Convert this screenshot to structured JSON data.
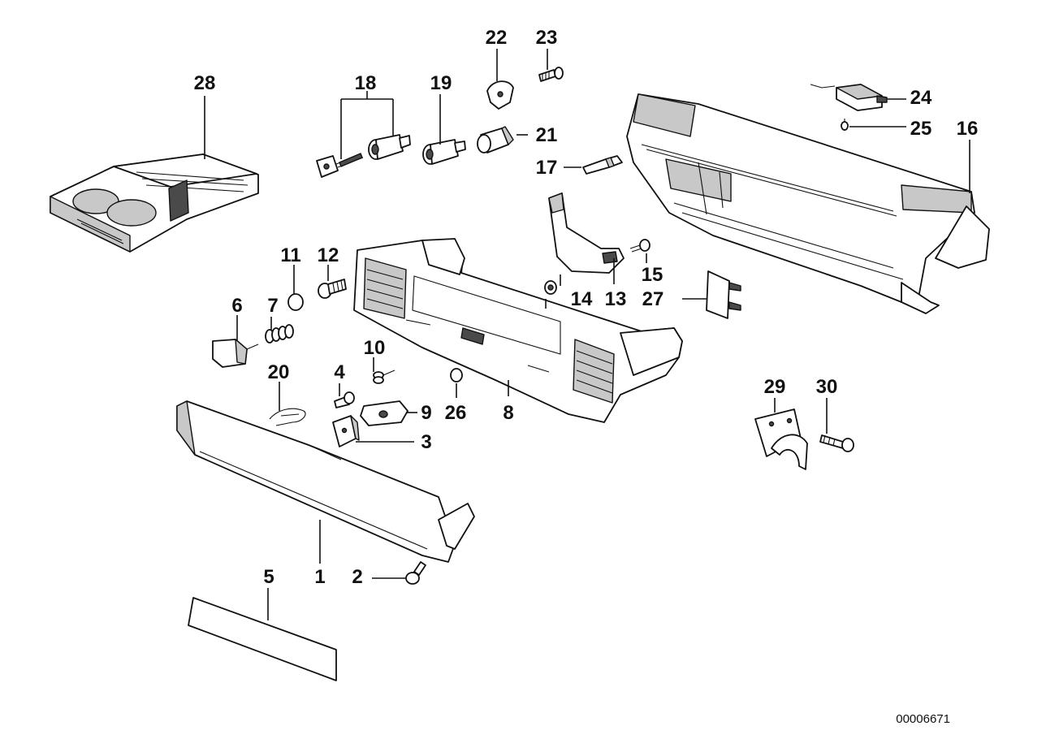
{
  "diagram": {
    "labels": {
      "p1": "1",
      "p2": "2",
      "p3": "3",
      "p4": "4",
      "p5": "5",
      "p6": "6",
      "p7": "7",
      "p8": "8",
      "p9": "9",
      "p10": "10",
      "p11": "11",
      "p12": "12",
      "p13": "13",
      "p14": "14",
      "p15": "15",
      "p16": "16",
      "p17": "17",
      "p18": "18",
      "p19": "19",
      "p20": "20",
      "p21": "21",
      "p22": "22",
      "p23": "23",
      "p24": "24",
      "p25": "25",
      "p26": "26",
      "p27": "27",
      "p28": "28",
      "p29": "29",
      "p30": "30"
    },
    "doc_number": "00006671"
  }
}
